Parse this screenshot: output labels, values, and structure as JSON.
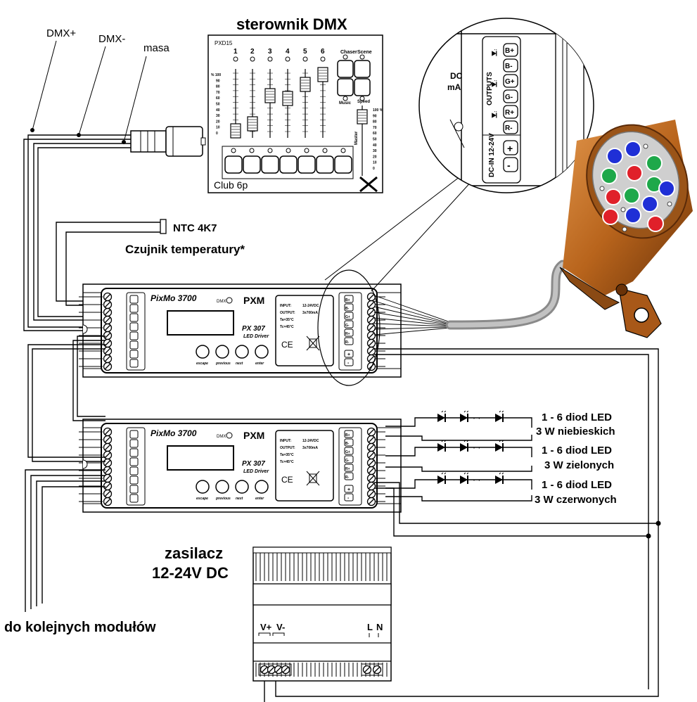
{
  "labels": {
    "dmx_plus": "DMX+",
    "dmx_minus": "DMX-",
    "masa": "masa",
    "controller_title": "sterownik DMX",
    "controller_model": "PXD15",
    "controller_brand": "Club 6p",
    "controller_channels": [
      "1",
      "2",
      "3",
      "4",
      "5",
      "6"
    ],
    "controller_chaser": "Chaser",
    "controller_scene": "Scene",
    "controller_speed": "Speed",
    "controller_music": "Music",
    "controller_master": "Master",
    "controller_scale_left": [
      "% 100",
      "90",
      "80",
      "70",
      "60",
      "50",
      "40",
      "30",
      "20",
      "10",
      "0"
    ],
    "controller_scale_right": [
      "100 %",
      "90",
      "80",
      "70",
      "60",
      "50",
      "40",
      "30",
      "20",
      "10",
      "0"
    ],
    "ntc": "NTC 4K7",
    "temp_sensor": "Czujnik temperatury*",
    "led_blue_line1": "1 - 6 diod LED",
    "led_blue_line2": "3 W niebieskich",
    "led_green_line1": "1 - 6 diod LED",
    "led_green_line2": "3 W zielonych",
    "led_red_line1": "1 - 6 diod LED",
    "led_red_line2": "3 W czerwonych",
    "psu_line1": "zasilacz",
    "psu_line2": "12-24V DC",
    "next_modules": "do kolejnych modułów",
    "psu_vplus": "V+",
    "psu_vminus": "V-",
    "psu_l": "L",
    "psu_n": "N"
  },
  "driver": {
    "brand": "PixMo 3700",
    "logo": "PXM",
    "model": "PX 307",
    "subtitle": "LED Driver",
    "dmx": "DMX",
    "buttons": [
      "escape",
      "previous",
      "next",
      "enter"
    ],
    "spec_input_key": "INPUT:",
    "spec_input_val": "12-24VDC",
    "spec_output_key": "OUTPUT:",
    "spec_output_val": "3x700mA",
    "spec_ta": "Ta=35°C",
    "spec_tc": "Tc=45°C",
    "ce": "CE",
    "outputs_label": "OUTPUTS",
    "dcin_label": "DC-IN 12-24V",
    "outputs": [
      "B+",
      "B-",
      "G+",
      "G-",
      "R+",
      "R-"
    ],
    "dcin": [
      "+",
      "-"
    ]
  },
  "zoom": {
    "dc": "DC",
    "ma": "mA"
  },
  "colors": {
    "blue": "#1f2fd6",
    "green": "#1ea84a",
    "red": "#e0202a",
    "housing": "#b8641c",
    "cable": "#9a9a9a"
  }
}
